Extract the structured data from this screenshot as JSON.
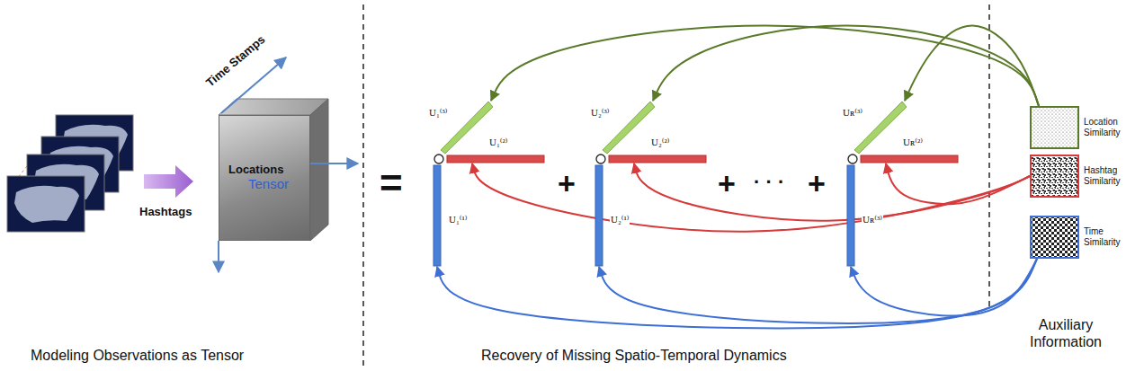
{
  "diagram": {
    "nodes": [
      {
        "text": [
          "Locations",
          "Tensor"
        ]
      },
      {
        "text": [
          "U₁⁽³⁾"
        ]
      },
      {
        "text": [
          "U₁⁽²⁾"
        ]
      },
      {
        "text": [
          "U₁⁽¹⁾"
        ]
      },
      {
        "text": [
          "U₂⁽³⁾"
        ]
      },
      {
        "text": [
          "U₂⁽²⁾"
        ]
      },
      {
        "text": [
          "U₂⁽¹⁾"
        ]
      },
      {
        "text": [
          "Uʀ⁽³⁾"
        ]
      },
      {
        "text": [
          "Uʀ⁽²⁾"
        ]
      },
      {
        "text": [
          "Uʀ⁽³⁾"
        ]
      },
      {
        "text": [
          "Location Similarity"
        ]
      },
      {
        "text": [
          "Hashtag Similarity"
        ]
      },
      {
        "text": [
          "Time Similarity"
        ]
      }
    ],
    "edges": [
      {
        "from": 10,
        "to": 1,
        "arrow": "to"
      },
      {
        "from": 10,
        "to": 4,
        "arrow": "to"
      },
      {
        "from": 10,
        "to": 7,
        "arrow": "to"
      },
      {
        "from": 11,
        "to": 2,
        "arrow": "to"
      },
      {
        "from": 11,
        "to": 5,
        "arrow": "to"
      },
      {
        "from": 11,
        "to": 8,
        "arrow": "to"
      },
      {
        "from": 12,
        "to": 3,
        "arrow": "to"
      },
      {
        "from": 12,
        "to": 6,
        "arrow": "to"
      },
      {
        "from": 12,
        "to": 9,
        "arrow": "to"
      }
    ],
    "labels": [
      "Hashtags",
      "Time Stamps",
      "=",
      "+",
      "+",
      "· · ·",
      "+",
      "Modeling Observations as Tensor",
      "Recovery of Missing Spatio-Temporal Dynamics",
      "Auxiliary Information"
    ]
  }
}
